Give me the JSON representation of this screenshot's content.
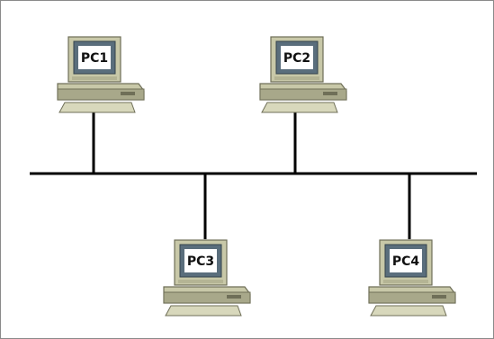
{
  "diagram": {
    "topology": "bus",
    "nodes": [
      {
        "id": "pc1",
        "label": "PC1"
      },
      {
        "id": "pc2",
        "label": "PC2"
      },
      {
        "id": "pc3",
        "label": "PC3"
      },
      {
        "id": "pc4",
        "label": "PC4"
      }
    ],
    "colors": {
      "cable": "#000000",
      "case": "#c8c8a8",
      "case_dark": "#8e8e72",
      "screen_bezel": "#5a6e7c",
      "screen": "#ffffff"
    },
    "icons": [
      "desktop-computer-icon"
    ]
  }
}
